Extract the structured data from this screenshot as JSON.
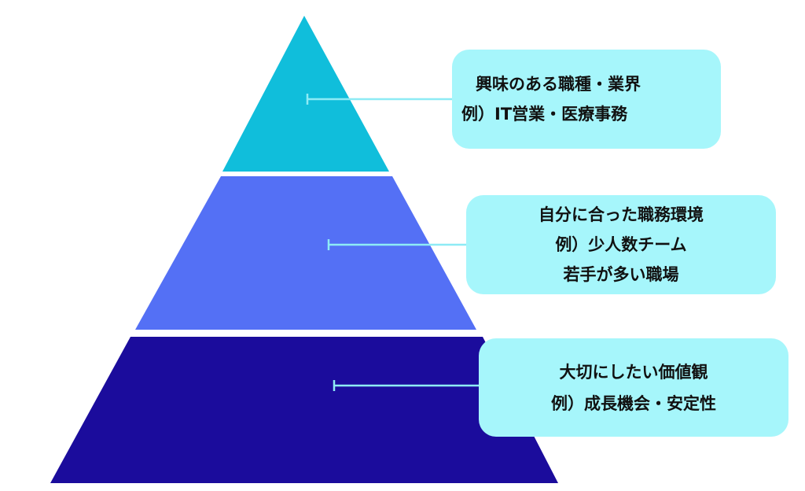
{
  "colors": {
    "top": "#10bedb",
    "middle": "#5470f5",
    "bottom": "#1b0c9c",
    "box": "#a6f6fb",
    "connector": "#8eebf5"
  },
  "tiers": [
    {
      "lines": [
        "興味のある職種・業界",
        "例）IT営業・医療事務"
      ]
    },
    {
      "lines": [
        "自分に合った職務環境",
        "例）少人数チーム",
        "若手が多い職場"
      ]
    },
    {
      "lines": [
        "大切にしたい価値観",
        "例）成長機会・安定性"
      ]
    }
  ]
}
